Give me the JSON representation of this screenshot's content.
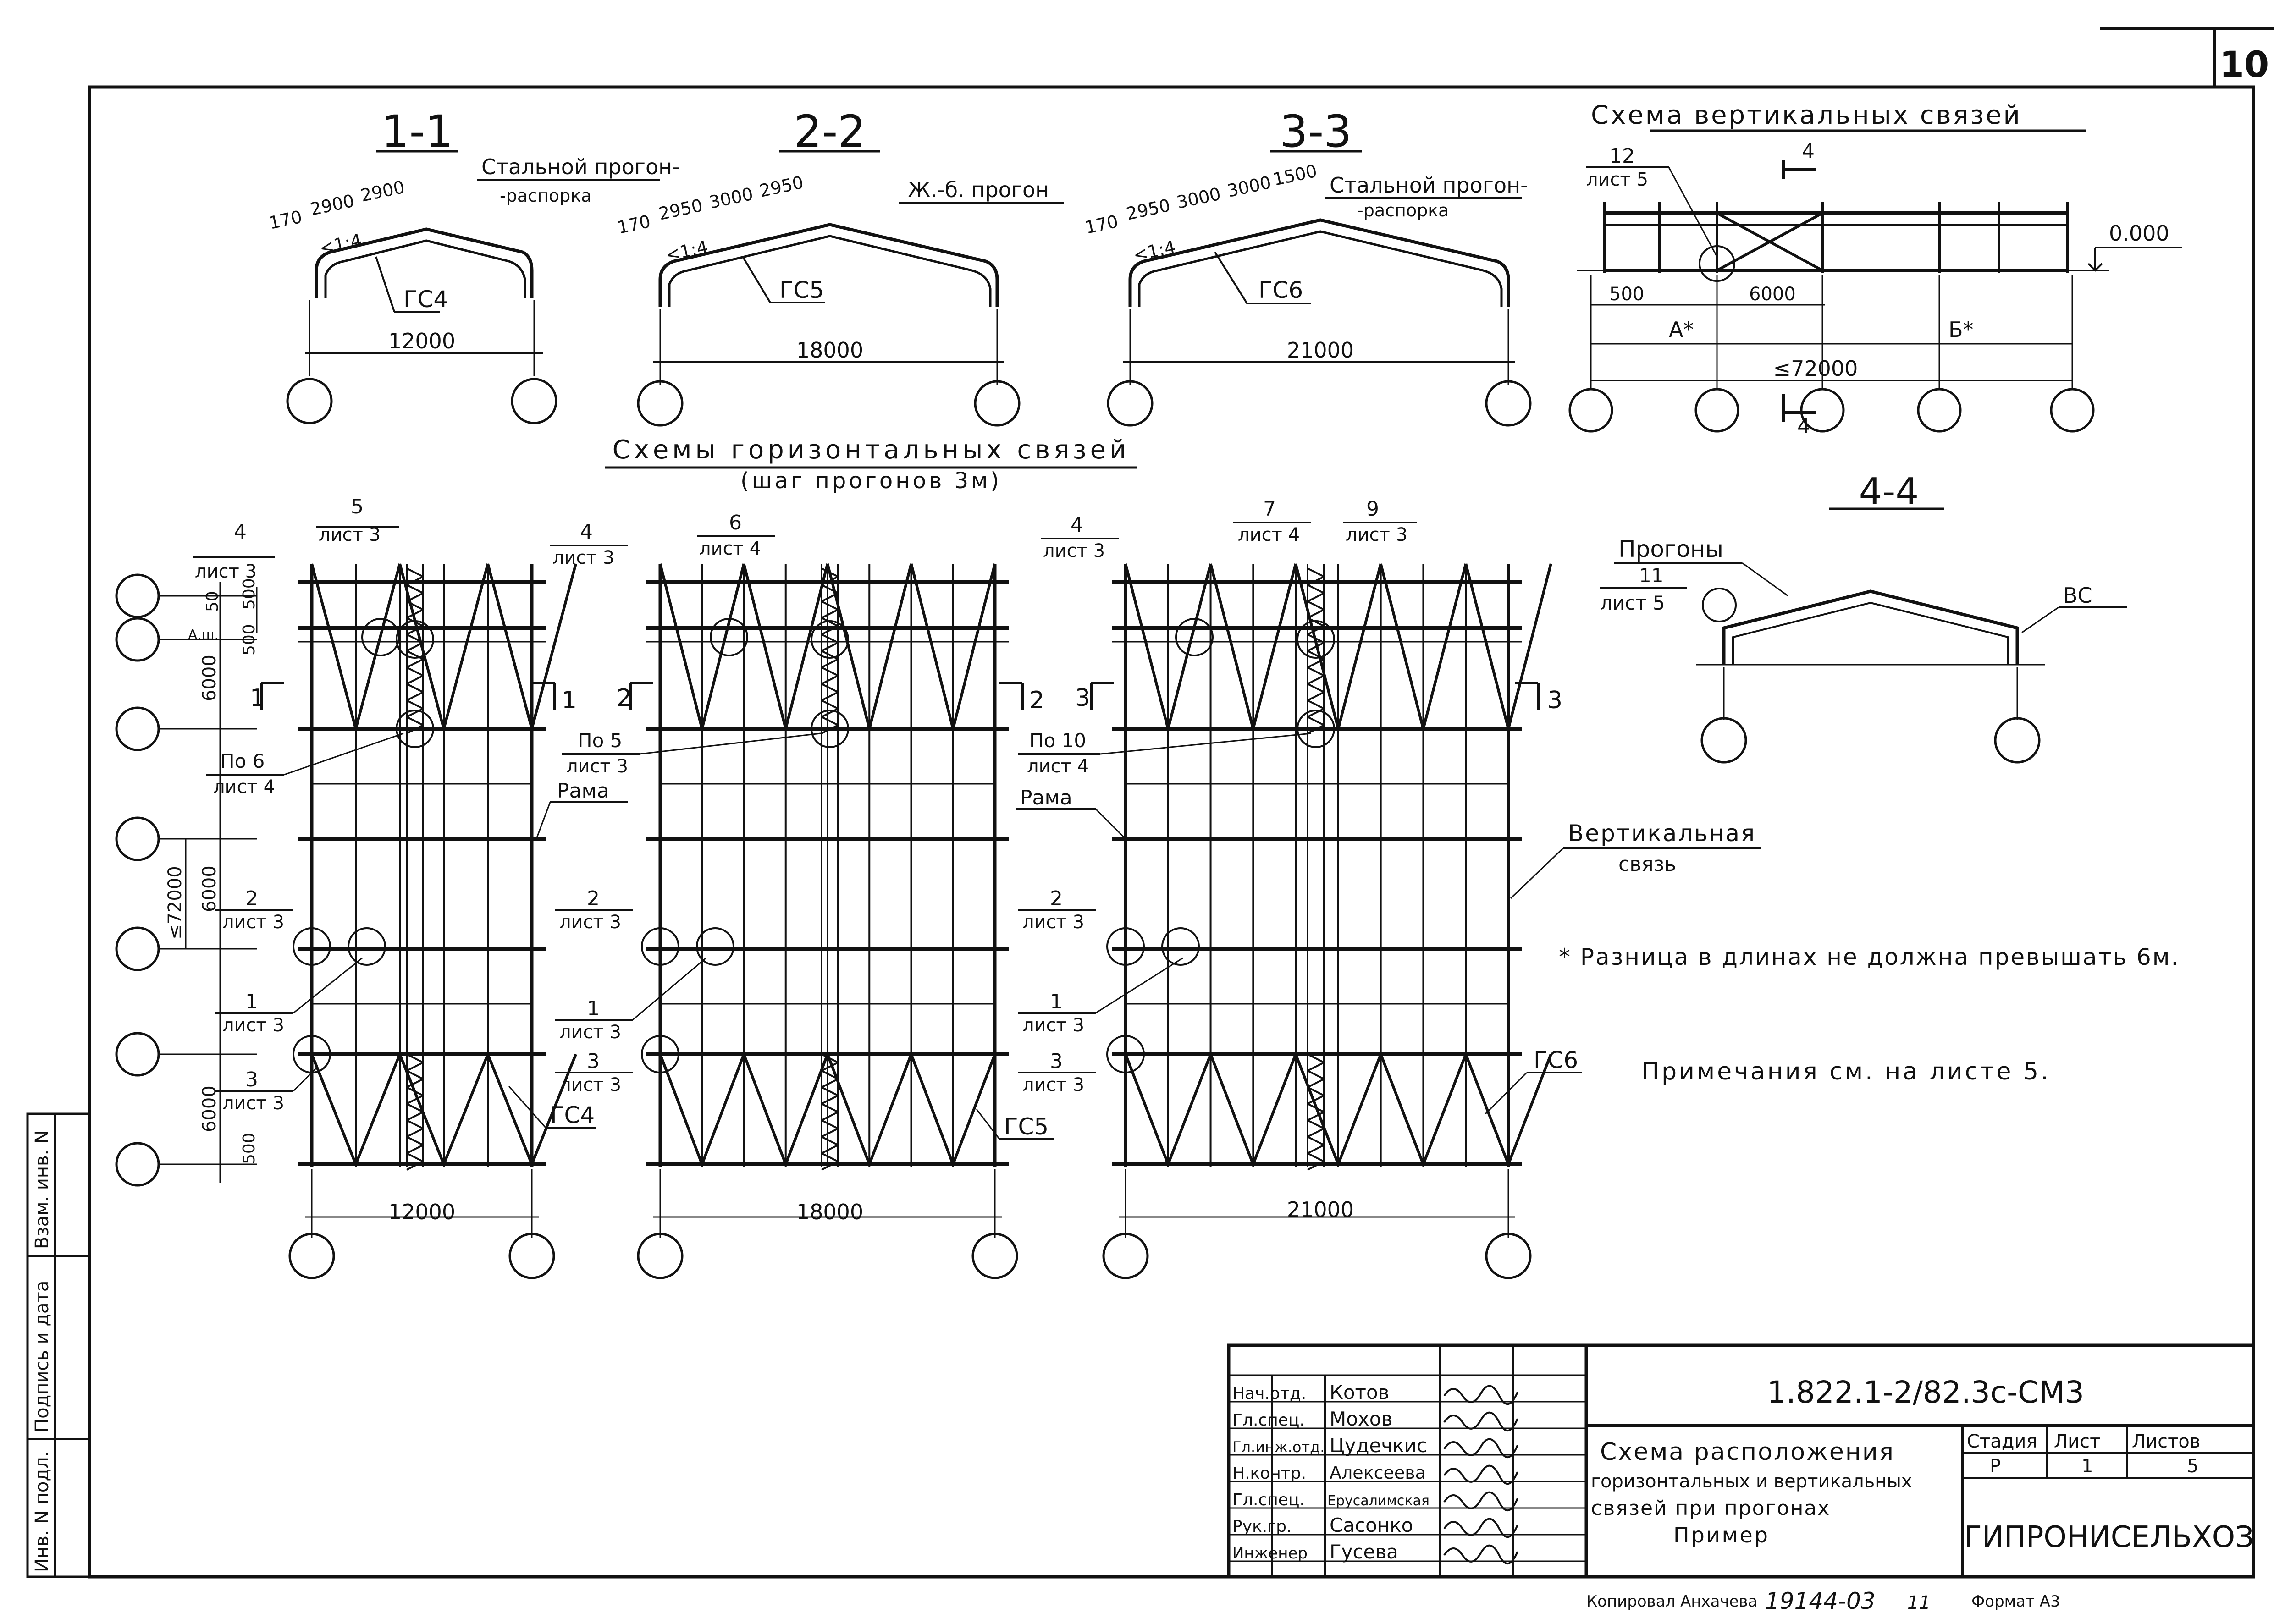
{
  "sheet_number": "10",
  "sections": {
    "s11": {
      "title": "1-1",
      "span": "12000",
      "slope": "<1:4",
      "girder": "ГС4",
      "purlin_label_1": "Стальной прогон-",
      "purlin_label_2": "-распорка",
      "dims": [
        "170",
        "2900",
        "2900"
      ]
    },
    "s22": {
      "title": "2-2",
      "span": "18000",
      "slope": "<1:4",
      "girder": "ГС5",
      "purlin_label": "Ж.-б. прогон",
      "dims": [
        "170",
        "2950",
        "3000",
        "2950"
      ]
    },
    "s33": {
      "title": "3-3",
      "span": "21000",
      "slope": "<1:4",
      "girder": "ГС6",
      "purlin_label_1": "Стальной прогон-",
      "purlin_label_2": "-распорка",
      "dims": [
        "170",
        "2950",
        "3000",
        "3000",
        "1500"
      ]
    }
  },
  "vertical_scheme": {
    "title": "Схема вертикальных связей",
    "callout_num": "12",
    "callout_sheet": "лист 5",
    "level": "0.000",
    "dim_500": "500",
    "dim_6000": "6000",
    "label_a": "А*",
    "label_b": "Б*",
    "total": "≤72000",
    "cut_mark": "4"
  },
  "horizontal_scheme": {
    "title": "Схемы горизонтальных связей",
    "subtitle": "(шаг прогонов 3м)"
  },
  "plan1": {
    "callout_top_a_num": "4",
    "callout_top_a_sheet": "лист 3",
    "callout_top_b_num": "5",
    "callout_top_b_sheet": "лист 3",
    "pn6_num": "По 6",
    "pn6_sheet": "лист 4",
    "c2_num": "2",
    "c2_sheet": "лист 3",
    "c1_num": "1",
    "c1_sheet": "лист 3",
    "c3_num": "3",
    "c3_sheet": "лист 3",
    "girder": "ГС4",
    "span": "12000",
    "cut_left": "1",
    "cut_right": "1",
    "dim_50": "50",
    "dim_500a": "500",
    "dim_ash": "А.ш.",
    "dim_500b": "500",
    "dim_6000a": "6000",
    "dim_total": "≤72000",
    "dim_6000b": "6000",
    "dim_6000c": "6000",
    "dim_500c": "500"
  },
  "plan2": {
    "callout_top_a_num": "4",
    "callout_top_a_sheet": "лист 3",
    "callout_top_b_num": "6",
    "callout_top_b_sheet": "лист 4",
    "pn5_num": "По 5",
    "pn5_sheet": "лист 3",
    "rama": "Рама",
    "c2_num": "2",
    "c2_sheet": "лист 3",
    "c1_num": "1",
    "c1_sheet": "лист 3",
    "c3_num": "3",
    "c3_sheet": "лист 3",
    "girder": "ГС5",
    "span": "18000",
    "cut_left": "2",
    "cut_right": "2"
  },
  "plan3": {
    "callout_top_a_num": "4",
    "callout_top_a_sheet": "лист 3",
    "callout_top_b_num": "7",
    "callout_top_b_sheet": "лист 4",
    "callout_top_c_num": "9",
    "callout_top_c_sheet": "лист 3",
    "pn10_num": "По 10",
    "pn10_sheet": "лист 4",
    "rama": "Рама",
    "c2_num": "2",
    "c2_sheet": "лист 3",
    "c1_num": "1",
    "c1_sheet": "лист 3",
    "c3_num": "3",
    "c3_sheet": "лист 3",
    "girder": "ГС6",
    "span": "21000",
    "cut_left": "3",
    "cut_right": "3",
    "vertical_brace_1": "Вертикальная",
    "vertical_brace_2": "связь"
  },
  "section44": {
    "title": "4-4",
    "purlins": "Прогоны",
    "callout_num": "11",
    "callout_sheet": "лист 5",
    "bs": "ВС"
  },
  "notes": {
    "note_star": "* Разница в длинах не должна превышать 6м.",
    "note_ref": "Примечания см. на листе 5."
  },
  "left_strip": {
    "inv_podl": "Инв. N подл.",
    "sign_date": "Подпись и дата",
    "vzam": "Взам. инв. N"
  },
  "title_block": {
    "doc_code": "1.822.1-2/82.3с-СМ3",
    "roles": [
      "Нач.отд.",
      "Гл.спец.",
      "Гл.инж.отд.",
      "Н.контр.",
      "Гл.спец.",
      "Рук.гр.",
      "Инженер"
    ],
    "names": [
      "Котов",
      "Мохов",
      "Цудечкис",
      "Алексеева",
      "Ерусалимская",
      "Сасонко",
      "Гусева"
    ],
    "drawing_title_1": "Схема расположения",
    "drawing_title_2": "горизонтальных и вертикальных",
    "drawing_title_3": "связей при прогонах",
    "drawing_title_4": "Пример",
    "stage_label": "Стадия",
    "sheet_label": "Лист",
    "sheets_label": "Листов",
    "stage": "Р",
    "sheet": "1",
    "sheets": "5",
    "org": "ГИПРОНИСЕЛЬХОЗ"
  },
  "footer": {
    "copied": "Копировал Анхачева",
    "order": "19144-03",
    "num": "11",
    "format": "Формат А3"
  }
}
